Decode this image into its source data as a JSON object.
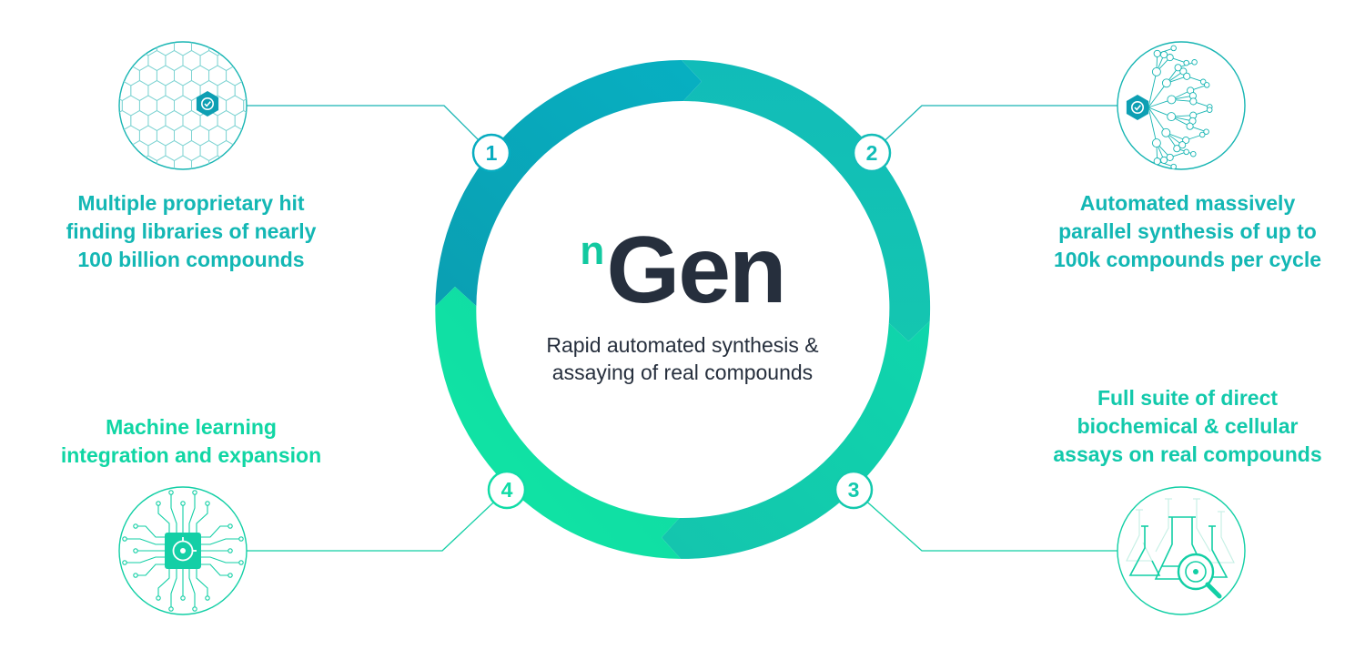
{
  "brand": {
    "prefix": "n",
    "name": "Gen",
    "prefix_color": "#12c9a0",
    "name_color": "#262f3d"
  },
  "center_description": {
    "line1": "Rapid automated synthesis &",
    "line2": "assaying of real compounds"
  },
  "colors": {
    "step1_ring": "#07acc0",
    "step2_ring": "#13c4b4",
    "step3_ring": "#12cfaa",
    "step4_ring": "#0fe3a4",
    "text_teal": "#13b7b4",
    "text_green": "#10d6a4",
    "icon_teal": "#17b5b3",
    "icon_green": "#12cfa5",
    "body_text": "#262f3d"
  },
  "steps": [
    {
      "number": "1",
      "lines": [
        "Multiple proprietary hit",
        "finding libraries of nearly",
        "100 billion compounds"
      ],
      "icon": "hexagon-library-icon"
    },
    {
      "number": "2",
      "lines": [
        "Automated massively",
        "parallel synthesis of up to",
        "100k compounds per cycle"
      ],
      "icon": "molecule-network-icon"
    },
    {
      "number": "3",
      "lines": [
        "Full suite of direct",
        "biochemical & cellular",
        "assays on real compounds"
      ],
      "icon": "flask-assay-icon"
    },
    {
      "number": "4",
      "lines": [
        "Machine learning",
        "integration and expansion"
      ],
      "icon": "ml-chip-icon"
    }
  ]
}
